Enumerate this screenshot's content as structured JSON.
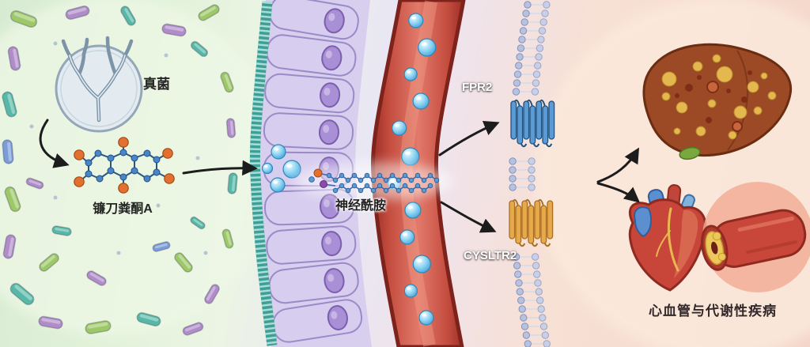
{
  "labels": {
    "fungus": "真菌",
    "compound": "镰刀粪酮A",
    "ceramide": "神经酰胺",
    "receptor_fpr2": "FPR2",
    "receptor_cysltr2": "CYSLTR2",
    "disease": "心血管与代谢性疾病"
  },
  "colors": {
    "background_left": "#d9ecd3",
    "background_right": "#f6dbd0",
    "vessel_red": "#c2493c",
    "ceramide_blue": "#55b4e8",
    "fpr2_blue": "#5b9bd5",
    "cysltr2_orange": "#e8a84c",
    "liver_brown": "#9c4a26",
    "heart_red": "#c8453a",
    "plaque_yellow": "#ecc85a",
    "arrow_black": "#1c1c1c"
  },
  "icons": {
    "fungus-icon": "branching fungal colony in a circle",
    "bacteria-icon": "rod-shaped gut bacteria",
    "molecule-icon": "fused-ring small molecule with oxygen atoms",
    "ceramide-molecule-icon": "lipid chain structure",
    "vesicle-icon": "blue ceramide sphere",
    "fpr2-receptor-icon": "seven-transmembrane receptor (blue)",
    "cysltr2-receptor-icon": "seven-transmembrane receptor (orange)",
    "liver-icon": "fatty liver with lesions",
    "heart-icon": "anatomical heart",
    "plaque-vessel-icon": "atherosclerotic artery cross-section"
  }
}
